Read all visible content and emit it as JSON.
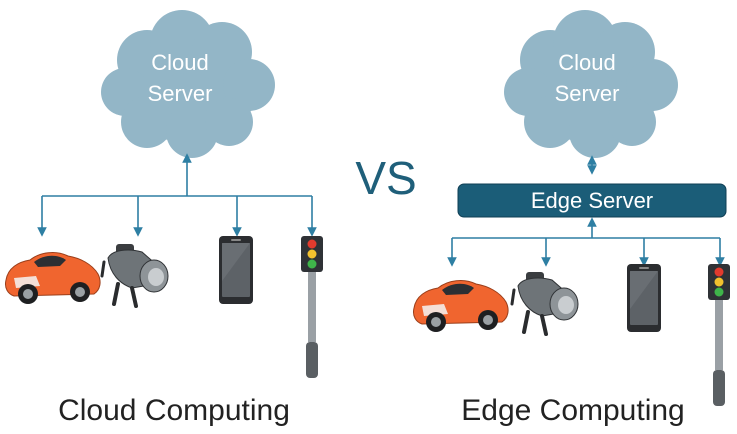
{
  "left": {
    "cloud_line1": "Cloud",
    "cloud_line2": "Server",
    "caption": "Cloud Computing"
  },
  "center": {
    "vs": "VS"
  },
  "right": {
    "cloud_line1": "Cloud",
    "cloud_line2": "Server",
    "edge_server": "Edge Server",
    "caption": "Edge Computing"
  },
  "colors": {
    "cloud": "#93b6c7",
    "connector": "#2e7fa3",
    "edge_box": "#1b5d78",
    "edge_box_border": "#0f3f55",
    "vs": "#1f5f7a",
    "car": "#f0652f",
    "pole": "#5a5f63"
  },
  "icons": [
    "cloud-icon",
    "car-icon",
    "robot-icon",
    "phone-icon",
    "traffic-light-icon"
  ]
}
